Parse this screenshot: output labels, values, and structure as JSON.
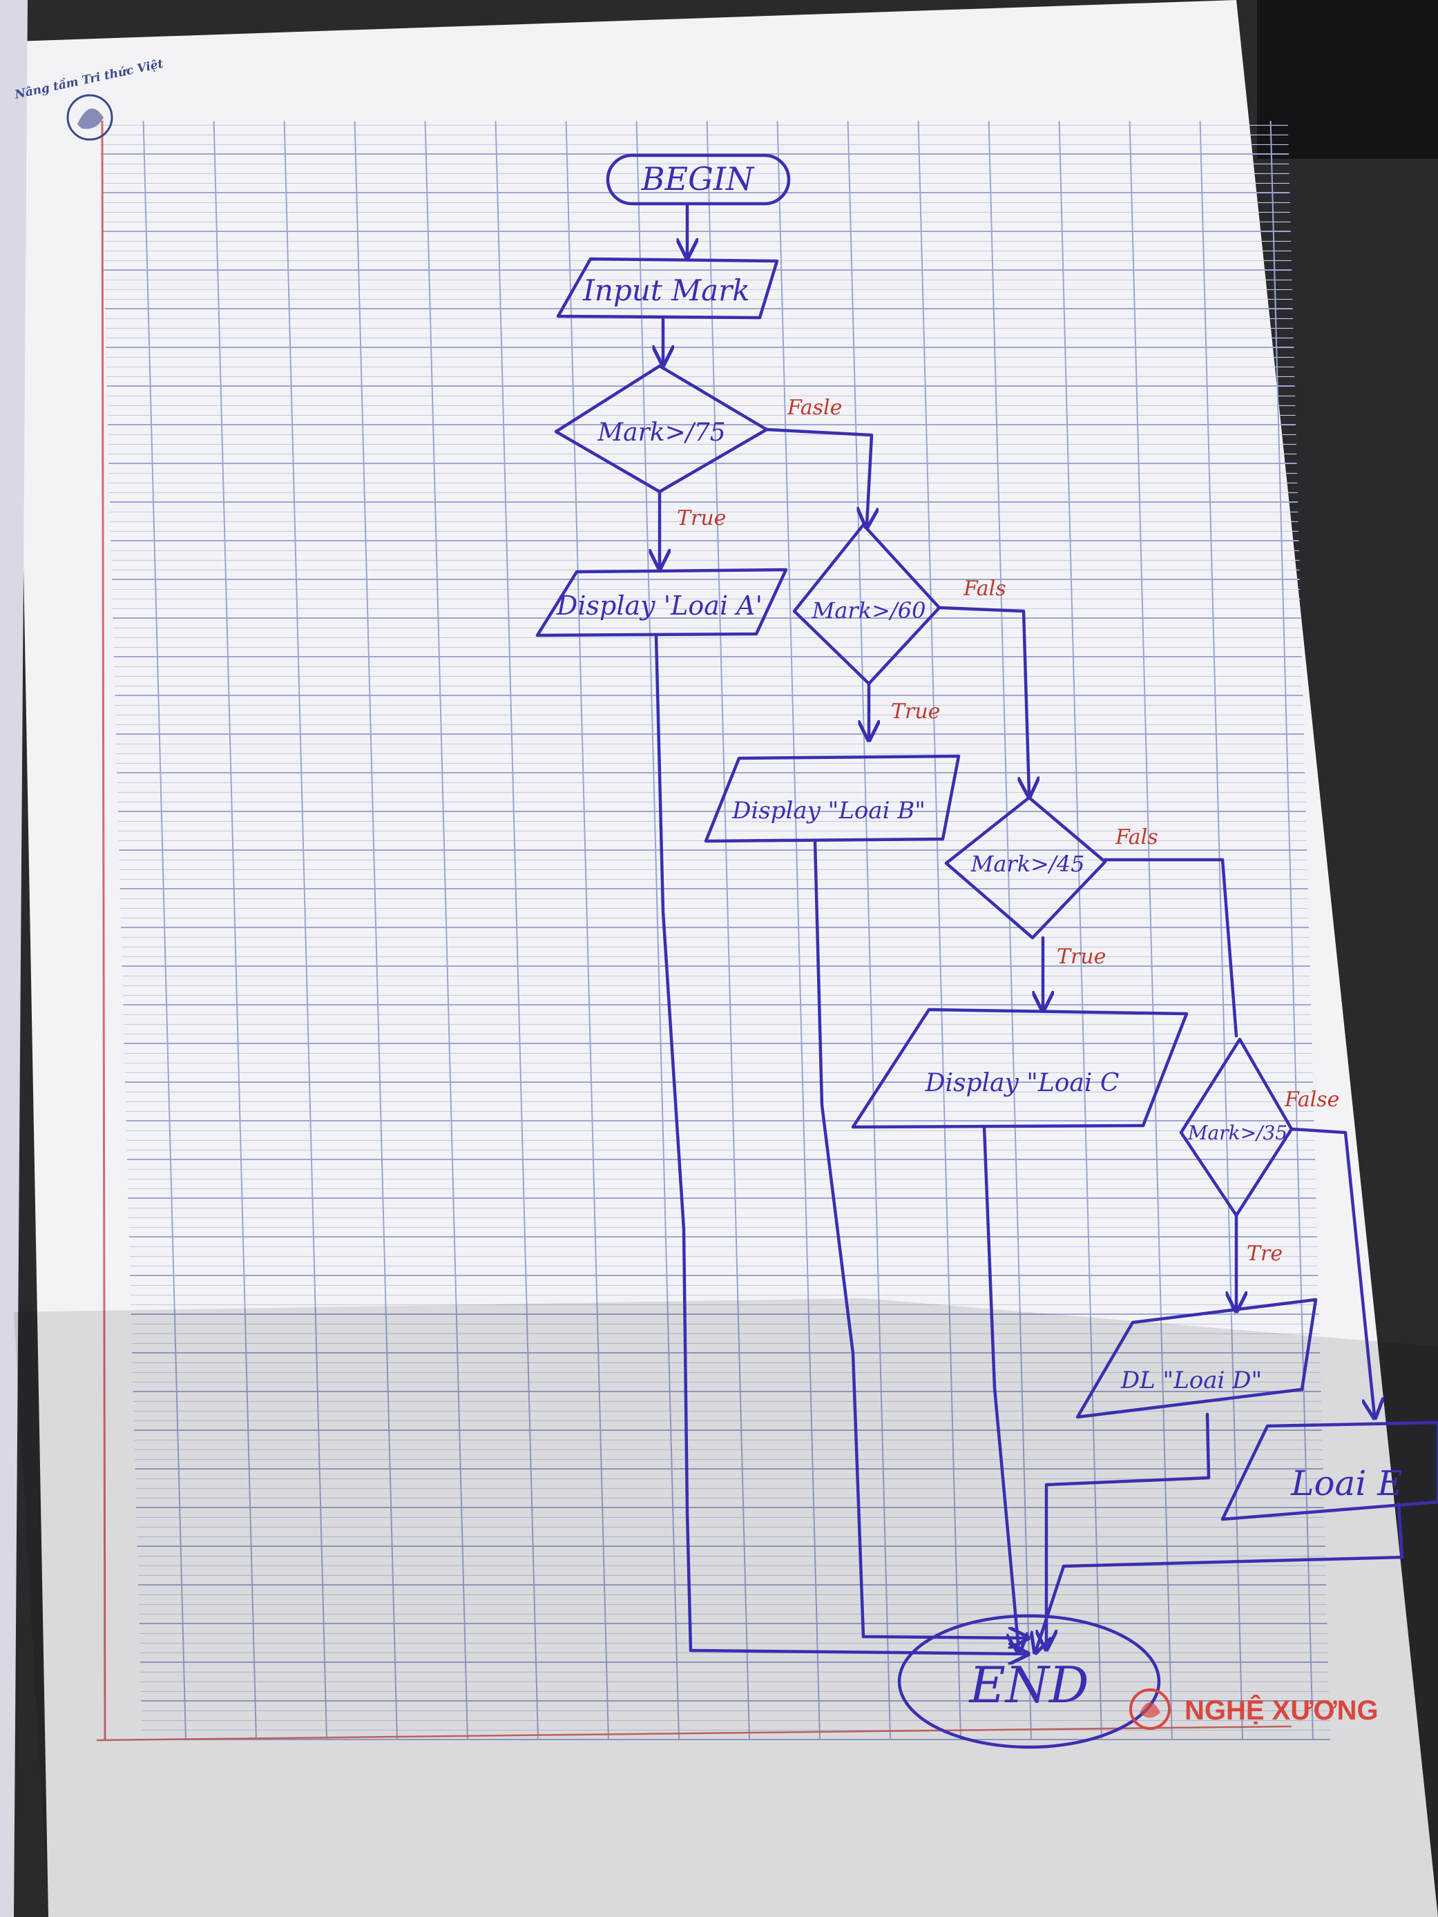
{
  "colors": {
    "paper": "#f4f4f8",
    "ink": "#3a2fb0",
    "grid_line": "#a9b4d8",
    "margin_line": "#d46a6a",
    "label_red": "#c0392b",
    "brand_red": "#d9473f",
    "background": "#2a2a2e"
  },
  "flowchart": {
    "begin": "BEGIN",
    "input": "Input Mark",
    "decision_1": "Mark>/75",
    "output_a": "Display 'Loai A'",
    "decision_2": "Mark>/60",
    "output_b": "Display \"Loai B\"",
    "decision_3": "Mark>/45",
    "output_c": "Display \"Loai C",
    "decision_4": "Mark>/35",
    "output_d": "DL \"Loai D\"",
    "output_e": "Loai E",
    "end": "END"
  },
  "labels": {
    "true": [
      "True",
      "True",
      "True",
      "Tre"
    ],
    "false": [
      "Fasle",
      "Fals",
      "Fals",
      "False"
    ]
  },
  "paper": {
    "logo_text": "Nâng tầm Tri thức Việt",
    "brand": "NGHỆ XƯƠNG"
  }
}
